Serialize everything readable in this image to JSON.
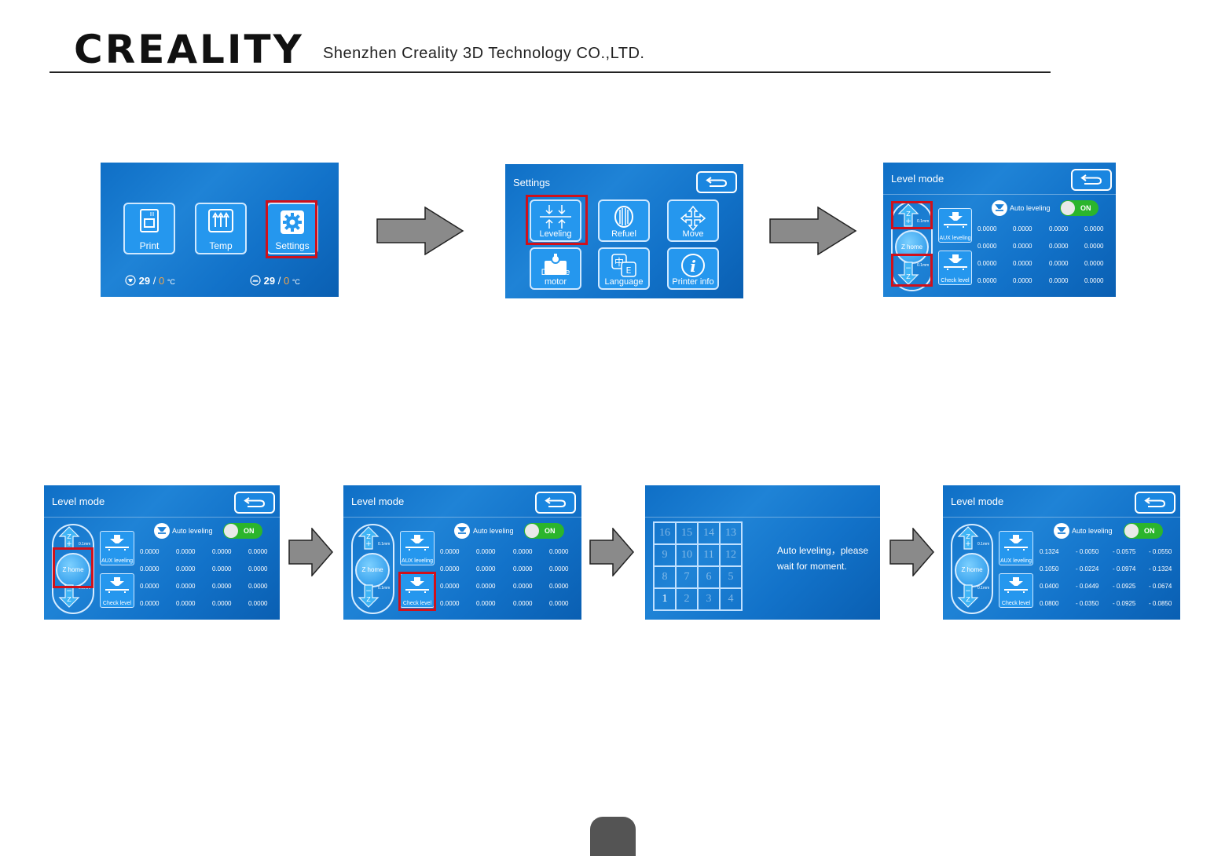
{
  "header": {
    "logo": "CREALITY",
    "company": "Shenzhen Creality 3D Technology CO.,LTD."
  },
  "main_screen": {
    "tiles": [
      "Print",
      "Temp",
      "Settings"
    ],
    "nozzle_temp": "29",
    "nozzle_target": "0",
    "bed_temp": "29",
    "bed_target": "0",
    "separator": "/",
    "unit": "°C"
  },
  "settings_screen": {
    "title": "Settings",
    "tiles": [
      "Leveling",
      "Refuel",
      "Move",
      "Disable motor",
      "Language",
      "Printer info"
    ]
  },
  "level_mode": {
    "title": "Level mode",
    "aux_label": "AUX leveling",
    "check_label": "Check level",
    "z_home": "Z home",
    "step": "0.1mm",
    "auto_label": "Auto leveling",
    "toggle": "ON",
    "zero_values": [
      [
        "0.0000",
        "0.0000",
        "0.0000",
        "0.0000"
      ],
      [
        "0.0000",
        "0.0000",
        "0.0000",
        "0.0000"
      ],
      [
        "0.0000",
        "0.0000",
        "0.0000",
        "0.0000"
      ],
      [
        "0.0000",
        "0.0000",
        "0.0000",
        "0.0000"
      ]
    ],
    "result_values": [
      [
        "0.1324",
        "- 0.0050",
        "- 0.0575",
        "- 0.0550"
      ],
      [
        "0.1050",
        "- 0.0224",
        "- 0.0974",
        "- 0.1324"
      ],
      [
        "0.0400",
        "- 0.0449",
        "- 0.0925",
        "- 0.0674"
      ],
      [
        "0.0800",
        "- 0.0350",
        "- 0.0925",
        "- 0.0850"
      ]
    ]
  },
  "auto_screen": {
    "grid": [
      "16",
      "15",
      "14",
      "13",
      "9",
      "10",
      "11",
      "12",
      "8",
      "7",
      "6",
      "5",
      "1",
      "2",
      "3",
      "4"
    ],
    "message_line1": "Auto leveling，please",
    "message_line2": "wait for moment."
  },
  "colors": {
    "screen_blue": "#1272c9",
    "highlight_red": "#d0101a",
    "toggle_green": "#2bb52c",
    "arrow_gray": "#8a8a8a"
  }
}
